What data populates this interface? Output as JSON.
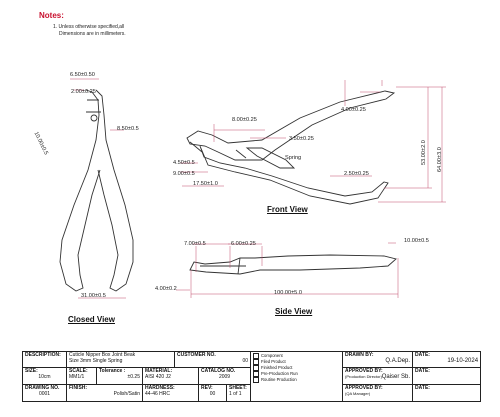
{
  "notes": {
    "title": "Notes:",
    "line1": "1. Unless otherwise specified,all",
    "line2": "Dimensions are in millimeters."
  },
  "views": {
    "closed": "Closed View",
    "front": "Front View",
    "side": "Side View"
  },
  "dims": {
    "closed": {
      "d1": "6.50±0.50",
      "d2": "2.00±0.25",
      "d3": "8.50±0.5",
      "d4": "10.00±0.5",
      "d5": "31.00±0.5"
    },
    "front": {
      "d1": "4.00±0.25",
      "d2": "8.00±0.25",
      "d3": "3.50±0.25",
      "d4": "Spring",
      "d5": "4.50±0.5",
      "d6": "9.00±0.5",
      "d7": "17.50±1.0",
      "d8": "2.50±0.25",
      "d9": "53.00±2.0",
      "d10": "64.00±3.0"
    },
    "side": {
      "d1": "7.00±0.5",
      "d2": "6.00±0.25",
      "d3": "10.00±0.5",
      "d4": "4.00±0.2",
      "d5": "100.00±5.0"
    }
  },
  "title_block": {
    "description_label": "DESCRIPTION:",
    "description_value_1": "Cuticle Nipper Box Joint Beak",
    "description_value_2": "Size 3mm Single Spring",
    "customer_no_label": "CUSTOMER NO.",
    "customer_no_value": "00",
    "drawn_by_label": "DRAWN BY:",
    "drawn_by_value": "Q.A.Dep.",
    "date_label": "DATE:",
    "date_value": "19-10-2024",
    "size_label": "SIZE:",
    "size_value": "10cm",
    "scale_label": "SCALE:",
    "scale_value": "MM1/1",
    "tolerance_label": "Tolerance :",
    "tolerance_value": "±0.25",
    "material_label": "MATERIAL:",
    "material_value": "AISI 420 J2",
    "catalog_no_label": "CATALOG NO.",
    "catalog_no_value": "2009",
    "approved_by_label": "APPROVED BY:",
    "approved_by_sub": "(Production Director)",
    "approved_by_value": "Qaiser Sb.",
    "date2_label": "DATE:",
    "date2_value": "",
    "drawing_no_label": "DRAWING NO.",
    "drawing_no_value": "0001",
    "finish_label": "FINISH:",
    "finish_value": "Polish/Satin",
    "hardness_label": "HARDNESS:",
    "hardness_value": "44-46 HRC",
    "rev_label": "REV:",
    "rev_value": "00",
    "sheet_label": "SHEET:",
    "sheet_value": "1 of 1",
    "approved_by2_label": "APPROVED BY:",
    "approved_by2_sub": "(QA Manager)",
    "date3_label": "DATE:",
    "date3_value": "",
    "options": [
      "Component",
      "Filed Product",
      "Finished Product",
      "Pre-Production Run",
      "Routine Production"
    ]
  }
}
